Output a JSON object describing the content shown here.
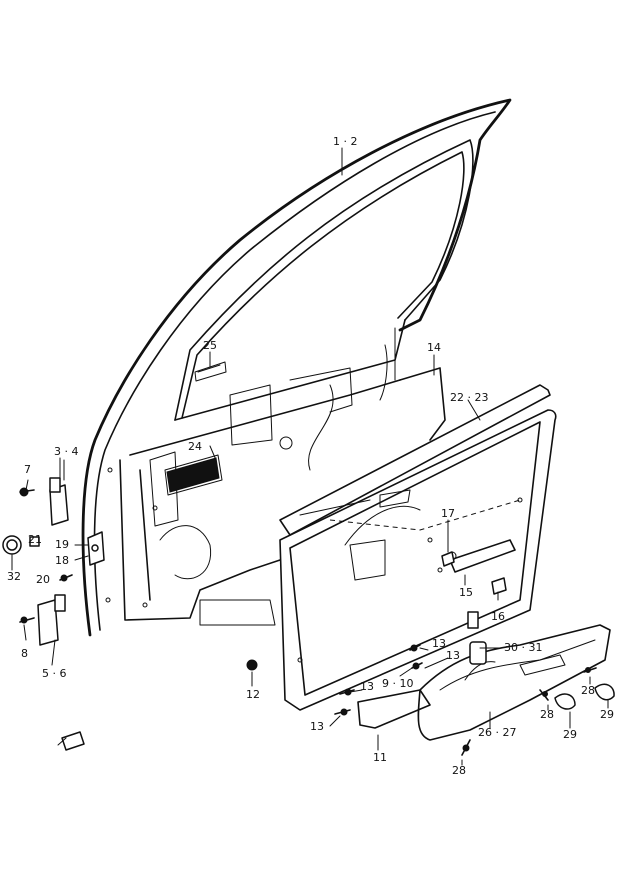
{
  "callouts": {
    "c_1_2": "1 · 2",
    "c_3_4": "3 · 4",
    "c_5_6": "5 · 6",
    "c_7": "7",
    "c_8": "8",
    "c_9_10": "9 · 10",
    "c_11": "11",
    "c_12": "12",
    "c_13a": "13",
    "c_13b": "13",
    "c_13c": "13",
    "c_13d": "13",
    "c_14": "14",
    "c_15": "15",
    "c_16": "16",
    "c_17": "17",
    "c_18": "18",
    "c_19": "19",
    "c_20": "20",
    "c_21": "21",
    "c_22_23": "22 · 23",
    "c_24": "24",
    "c_25": "25",
    "c_26_27": "26 · 27",
    "c_28a": "28",
    "c_28b": "28",
    "c_28c": "28",
    "c_29a": "29",
    "c_29b": "29",
    "c_30_31": "30 · 31",
    "c_32": "32"
  }
}
